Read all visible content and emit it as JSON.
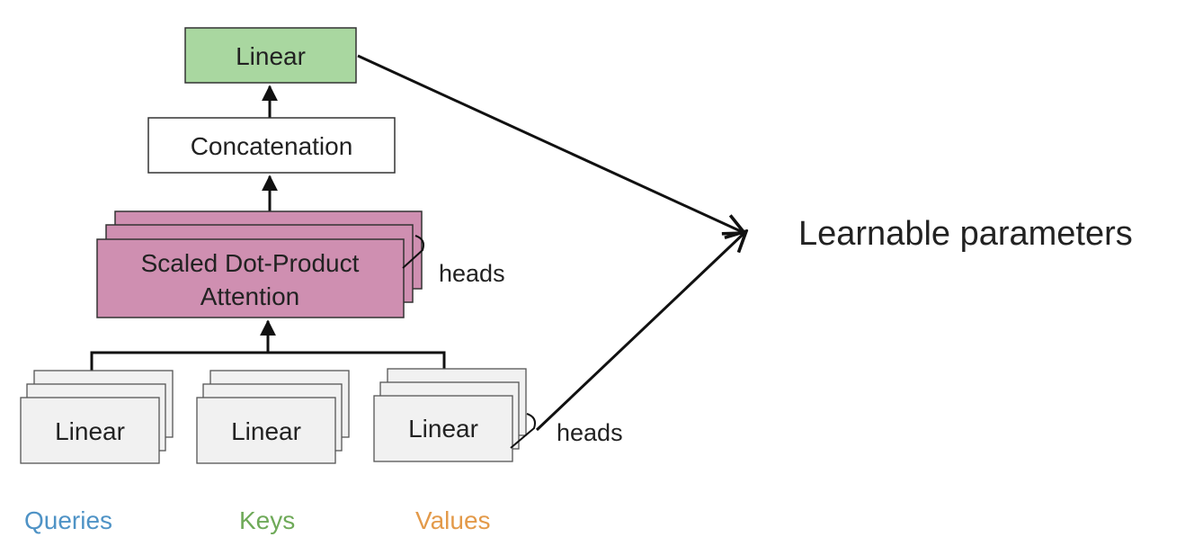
{
  "nodes": {
    "linear_top": "Linear",
    "concatenation": "Concatenation",
    "attention_line1": "Scaled Dot-Product",
    "attention_line2": "Attention",
    "linear_queries": "Linear",
    "linear_keys": "Linear",
    "linear_values": "Linear"
  },
  "labels": {
    "heads_attention": "heads",
    "heads_linear": "heads",
    "learnable": "Learnable parameters"
  },
  "inputs": {
    "queries": "Queries",
    "keys": "Keys",
    "values": "Values"
  },
  "colors": {
    "linear_top_fill": "#a9d7a0",
    "attention_fill": "#cf8fb1",
    "linear_stack_fill": "#f1f1f1",
    "queries": "#4f93c6",
    "keys": "#6faa59",
    "values": "#e39a4a"
  }
}
